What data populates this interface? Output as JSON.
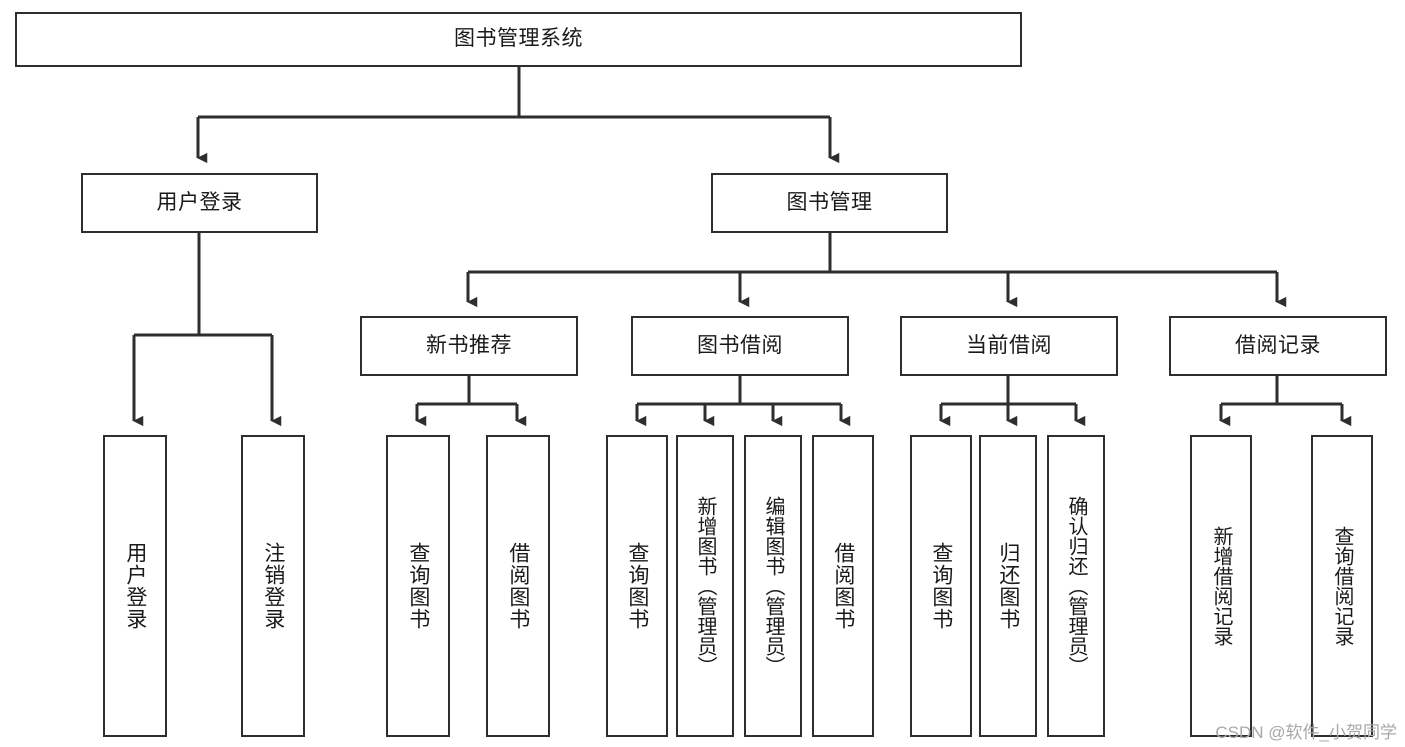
{
  "diagram": {
    "type": "tree",
    "title": "图书管理系统",
    "style": {
      "line_color": "#2e2e2e",
      "box_border_color": "#2e2e2e",
      "box_fill": "#ffffff",
      "text_color": "#1a1a1a",
      "background": "#ffffff"
    },
    "levels": [
      {
        "level": 1,
        "nodes": [
          {
            "id": "root",
            "label": "图书管理系统",
            "orientation": "horizontal"
          }
        ]
      },
      {
        "level": 2,
        "nodes": [
          {
            "id": "login",
            "label": "用户登录",
            "orientation": "horizontal",
            "parent": "root"
          },
          {
            "id": "bookmgmt",
            "label": "图书管理",
            "orientation": "horizontal",
            "parent": "root"
          }
        ]
      },
      {
        "level": 3,
        "nodes": [
          {
            "id": "newbook",
            "label": "新书推荐",
            "orientation": "horizontal",
            "parent": "bookmgmt"
          },
          {
            "id": "borrow",
            "label": "图书借阅",
            "orientation": "horizontal",
            "parent": "bookmgmt"
          },
          {
            "id": "current",
            "label": "当前借阅",
            "orientation": "horizontal",
            "parent": "bookmgmt"
          },
          {
            "id": "records",
            "label": "借阅记录",
            "orientation": "horizontal",
            "parent": "bookmgmt"
          }
        ]
      },
      {
        "level": 4,
        "nodes": [
          {
            "id": "leaf1",
            "label": "用户登录",
            "orientation": "vertical",
            "parent": "login"
          },
          {
            "id": "leaf2",
            "label": "注销登录",
            "orientation": "vertical",
            "parent": "login"
          },
          {
            "id": "leaf3",
            "label": "查询图书",
            "orientation": "vertical",
            "parent": "newbook"
          },
          {
            "id": "leaf4",
            "label": "借阅图书",
            "orientation": "vertical",
            "parent": "newbook"
          },
          {
            "id": "leaf5",
            "label": "查询图书",
            "orientation": "vertical",
            "parent": "borrow"
          },
          {
            "id": "leaf6",
            "label": "新增图书（管理员）",
            "orientation": "vertical",
            "parent": "borrow"
          },
          {
            "id": "leaf7",
            "label": "编辑图书（管理员）",
            "orientation": "vertical",
            "parent": "borrow"
          },
          {
            "id": "leaf8",
            "label": "借阅图书",
            "orientation": "vertical",
            "parent": "borrow"
          },
          {
            "id": "leaf9",
            "label": "查询图书",
            "orientation": "vertical",
            "parent": "current"
          },
          {
            "id": "leaf10",
            "label": "归还图书",
            "orientation": "vertical",
            "parent": "current"
          },
          {
            "id": "leaf11",
            "label": "确认归还（管理员）",
            "orientation": "vertical",
            "parent": "current"
          },
          {
            "id": "leaf12",
            "label": "新增借阅记录",
            "orientation": "vertical",
            "parent": "records"
          },
          {
            "id": "leaf13",
            "label": "查询借阅记录",
            "orientation": "vertical",
            "parent": "records"
          }
        ]
      }
    ]
  },
  "watermark": {
    "text": "CSDN @软件_小贺同学"
  }
}
